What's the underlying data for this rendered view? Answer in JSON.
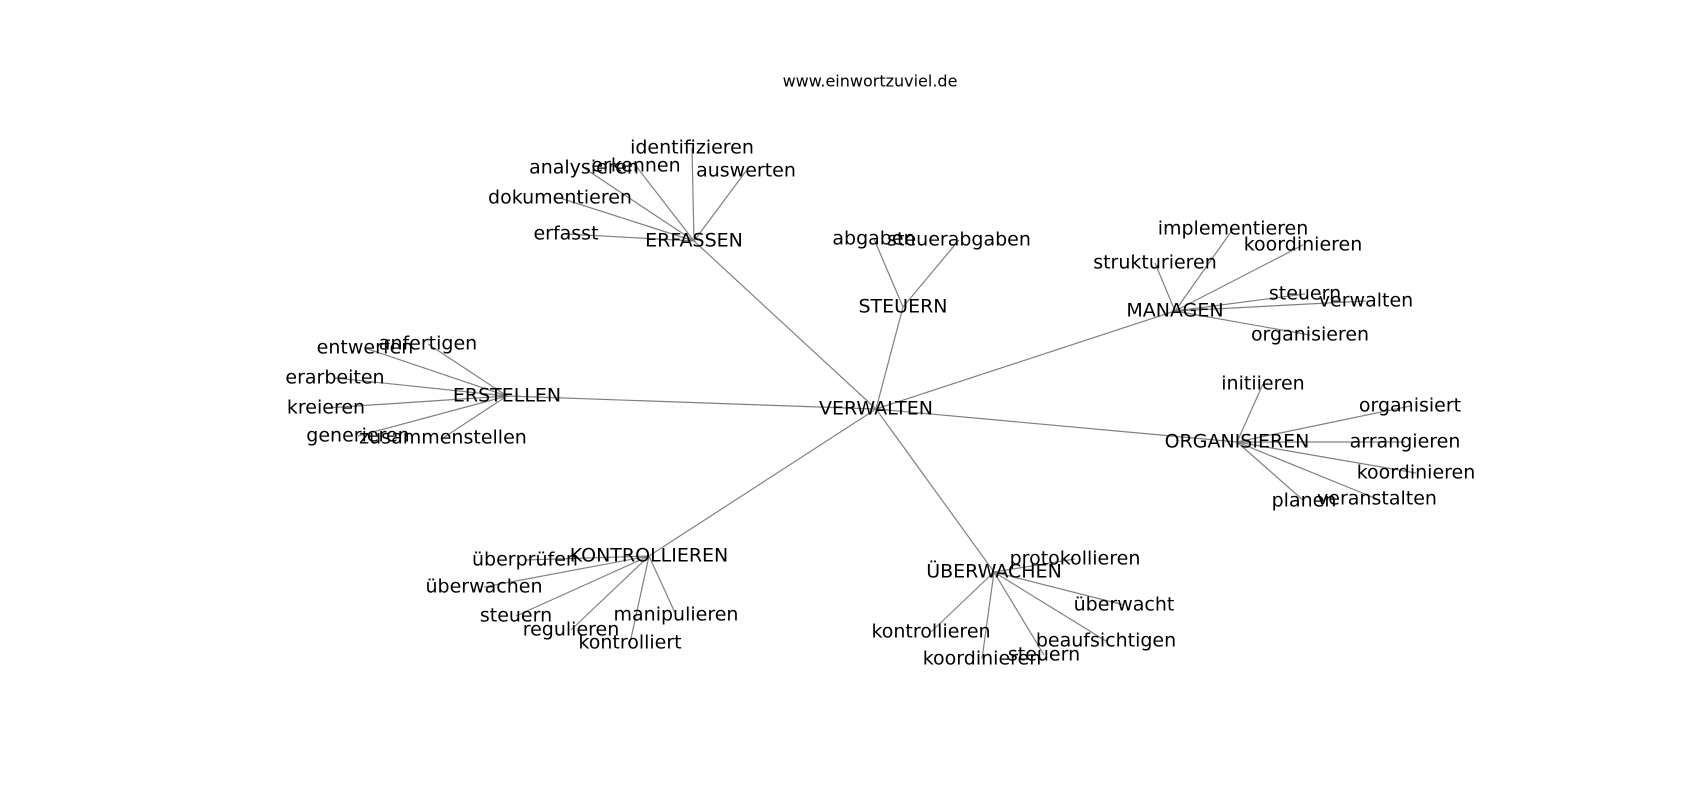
{
  "header": {
    "site": "www.einwortzuviel.de"
  },
  "colors": {
    "edge": "#808080",
    "text": "#000000",
    "background": "#ffffff"
  },
  "graph": {
    "root": "VERWALTEN",
    "groups": [
      {
        "hub": "ERFASSEN",
        "leaves": [
          "identifizieren",
          "analysieren",
          "erkennen",
          "auswerten",
          "dokumentieren",
          "erfasst"
        ]
      },
      {
        "hub": "STEUERN",
        "leaves": [
          "abgaben",
          "steuerabgaben"
        ]
      },
      {
        "hub": "MANAGEN",
        "leaves": [
          "implementieren",
          "koordinieren",
          "strukturieren",
          "steuern",
          "verwalten",
          "organisieren"
        ]
      },
      {
        "hub": "ERSTELLEN",
        "leaves": [
          "anfertigen",
          "entwerfen",
          "erarbeiten",
          "kreieren",
          "generieren",
          "zusammenstellen"
        ]
      },
      {
        "hub": "ORGANISIEREN",
        "leaves": [
          "initiieren",
          "organisiert",
          "arrangieren",
          "koordinieren",
          "planen",
          "veranstalten"
        ]
      },
      {
        "hub": "KONTROLLIEREN",
        "leaves": [
          "überprüfen",
          "überwachen",
          "steuern",
          "manipulieren",
          "regulieren",
          "kontrolliert"
        ]
      },
      {
        "hub": "ÜBERWACHEN",
        "leaves": [
          "protokollieren",
          "überwacht",
          "beaufsichtigen",
          "kontrollieren",
          "koordinieren",
          "steuern"
        ]
      }
    ]
  }
}
